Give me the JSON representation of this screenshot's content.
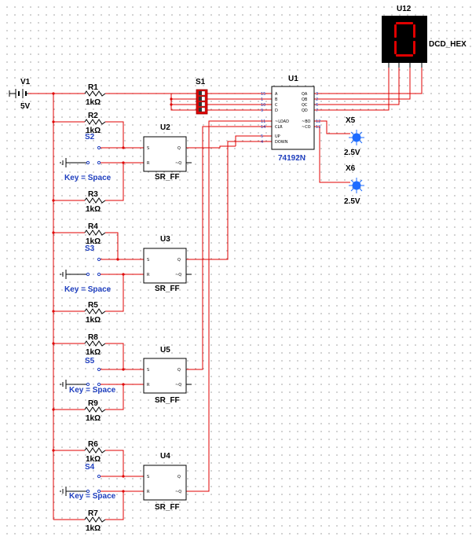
{
  "source": {
    "name": "V1",
    "value": "5V"
  },
  "resistors": [
    {
      "name": "R1",
      "value": "1kΩ"
    },
    {
      "name": "R2",
      "value": "1kΩ"
    },
    {
      "name": "R3",
      "value": "1kΩ"
    },
    {
      "name": "R4",
      "value": "1kΩ"
    },
    {
      "name": "R5",
      "value": "1kΩ"
    },
    {
      "name": "R8",
      "value": "1kΩ"
    },
    {
      "name": "R9",
      "value": "1kΩ"
    },
    {
      "name": "R6",
      "value": "1kΩ"
    },
    {
      "name": "R7",
      "value": "1kΩ"
    }
  ],
  "switches": [
    {
      "name": "S2",
      "key": "Key = Space"
    },
    {
      "name": "S3",
      "key": "Key = Space"
    },
    {
      "name": "S5",
      "key": "Key = Space"
    },
    {
      "name": "S4",
      "key": "Key = Space"
    }
  ],
  "flipflops": [
    {
      "name": "U2",
      "type": "SR_FF"
    },
    {
      "name": "U3",
      "type": "SR_FF"
    },
    {
      "name": "U5",
      "type": "SR_FF"
    },
    {
      "name": "U4",
      "type": "SR_FF"
    }
  ],
  "dip_switch": {
    "name": "S1"
  },
  "counter": {
    "name": "U1",
    "part": "74192N",
    "left_pins": [
      {
        "num": "15",
        "label": "A"
      },
      {
        "num": "1",
        "label": "B"
      },
      {
        "num": "10",
        "label": "C"
      },
      {
        "num": "9",
        "label": "D"
      },
      {
        "num": "11",
        "label": "~LOAD"
      },
      {
        "num": "14",
        "label": "CLR"
      },
      {
        "num": "5",
        "label": "UP"
      },
      {
        "num": "4",
        "label": "DOWN"
      }
    ],
    "right_pins": [
      {
        "num": "3",
        "label": "QA"
      },
      {
        "num": "2",
        "label": "QB"
      },
      {
        "num": "6",
        "label": "QC"
      },
      {
        "num": "7",
        "label": "QD"
      },
      {
        "num": "12",
        "label": "~BO"
      },
      {
        "num": "13",
        "label": "~CO"
      }
    ]
  },
  "display": {
    "name": "U12",
    "label": "DCD_HEX",
    "digit": "0"
  },
  "probes": [
    {
      "name": "X5",
      "value": "2.5V"
    },
    {
      "name": "X6",
      "value": "2.5V"
    }
  ],
  "ff_pins": {
    "s": "S",
    "r": "R",
    "q": "Q",
    "qn": "~Q"
  },
  "colors": {
    "wire": "#e00000",
    "black_wire": "#000000",
    "label_blue": "#1f3fbf",
    "display_bg": "#000000",
    "segment": "#e00000",
    "probe": "#1e6cff"
  }
}
